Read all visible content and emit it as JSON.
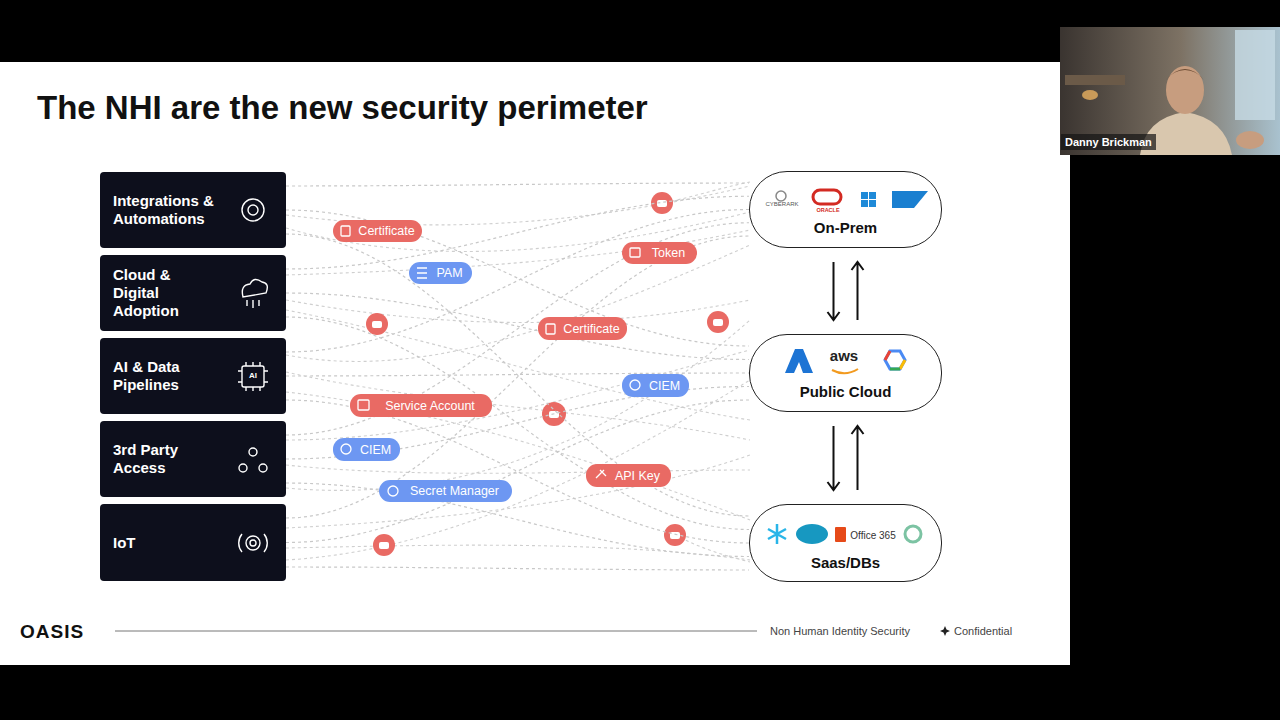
{
  "diagram": {
    "title": "The NHI are the new security perimeter",
    "nodes": [
      {
        "text": [
          "Integrations & Automations"
        ]
      },
      {
        "text": [
          "Cloud & Digital Adoption"
        ]
      },
      {
        "text": [
          "AI & Data Pipelines"
        ]
      },
      {
        "text": [
          "3rd Party Access"
        ]
      },
      {
        "text": [
          "IoT"
        ]
      },
      {
        "text": [
          "Certificate"
        ]
      },
      {
        "text": [
          "Token"
        ]
      },
      {
        "text": [
          "PAM"
        ]
      },
      {
        "text": [
          "Certificate"
        ]
      },
      {
        "text": [
          "CIEM"
        ]
      },
      {
        "text": [
          "Service Account"
        ]
      },
      {
        "text": [
          "CIEM"
        ]
      },
      {
        "text": [
          "API Key"
        ]
      },
      {
        "text": [
          "Secret Manager"
        ]
      },
      {
        "text": [
          "CYBERARK",
          "ORACLE",
          "SAP",
          "On-Prem"
        ]
      },
      {
        "text": [
          "aws",
          "Public Cloud"
        ]
      },
      {
        "text": [
          "salesforce",
          "Office 365",
          "Saas/DBs"
        ]
      }
    ],
    "edges": [
      {
        "from": 14,
        "to": 15,
        "arrow": "both"
      },
      {
        "from": 15,
        "to": 16,
        "arrow": "both"
      },
      {
        "from": 0,
        "to": 14,
        "arrow": "none"
      },
      {
        "from": 0,
        "to": 15,
        "arrow": "none"
      },
      {
        "from": 0,
        "to": 16,
        "arrow": "none"
      },
      {
        "from": 1,
        "to": 14,
        "arrow": "none"
      },
      {
        "from": 1,
        "to": 15,
        "arrow": "none"
      },
      {
        "from": 1,
        "to": 16,
        "arrow": "none"
      },
      {
        "from": 2,
        "to": 14,
        "arrow": "none"
      },
      {
        "from": 2,
        "to": 15,
        "arrow": "none"
      },
      {
        "from": 2,
        "to": 16,
        "arrow": "none"
      },
      {
        "from": 3,
        "to": 14,
        "arrow": "none"
      },
      {
        "from": 3,
        "to": 15,
        "arrow": "none"
      },
      {
        "from": 3,
        "to": 16,
        "arrow": "none"
      },
      {
        "from": 4,
        "to": 14,
        "arrow": "none"
      },
      {
        "from": 4,
        "to": 15,
        "arrow": "none"
      },
      {
        "from": 4,
        "to": 16,
        "arrow": "none"
      }
    ],
    "labels": [
      "AI",
      "Danny Brickman",
      "OASIS",
      "Non Human Identity Security",
      "Confidential"
    ]
  }
}
